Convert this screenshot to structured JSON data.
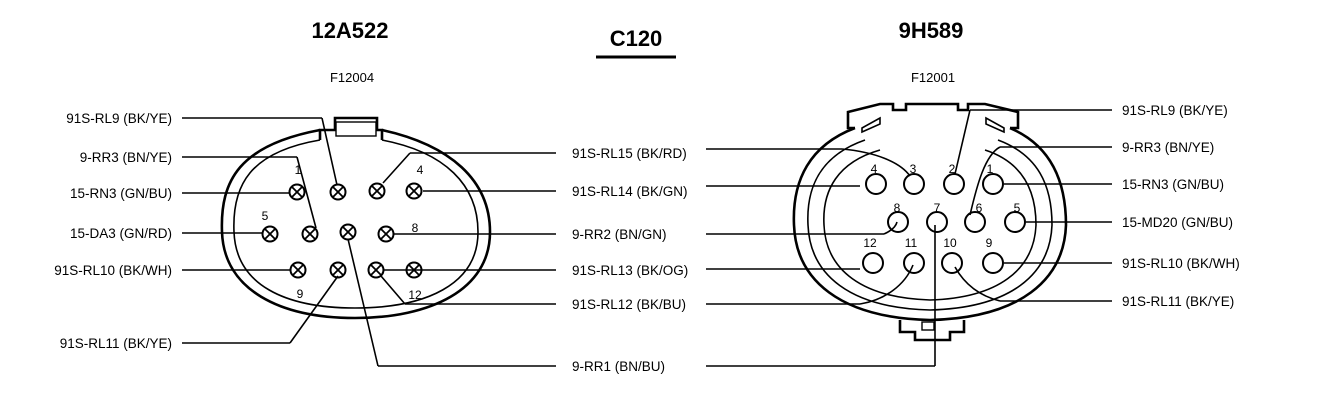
{
  "titles": {
    "left": "12A522",
    "center": "C120",
    "right": "9H589"
  },
  "part_numbers": {
    "left": "F12004",
    "right": "F12001"
  },
  "left_connector": {
    "labels_left": [
      "91S-RL9 (BK/YE)",
      "9-RR3 (BN/YE)",
      "15-RN3 (GN/BU)",
      "15-DA3 (GN/RD)",
      "91S-RL10 (BK/WH)",
      "91S-RL11 (BK/YE)"
    ],
    "labels_right": [
      "91S-RL15 (BK/RD)",
      "91S-RL14 (BK/GN)",
      "9-RR2 (BN/GN)",
      "91S-RL13 (BK/OG)",
      "91S-RL12 (BK/BU)",
      "9-RR1 (BN/BU)"
    ],
    "pin_numbers": [
      "1",
      "4",
      "5",
      "8",
      "9",
      "12"
    ]
  },
  "right_connector": {
    "labels_right": [
      "91S-RL9 (BK/YE)",
      "9-RR3 (BN/YE)",
      "15-RN3 (GN/BU)",
      "15-MD20 (GN/BU)",
      "91S-RL10 (BK/WH)",
      "91S-RL11 (BK/YE)"
    ],
    "pin_numbers": [
      "1",
      "2",
      "3",
      "4",
      "5",
      "6",
      "7",
      "8",
      "9",
      "10",
      "11",
      "12"
    ]
  }
}
